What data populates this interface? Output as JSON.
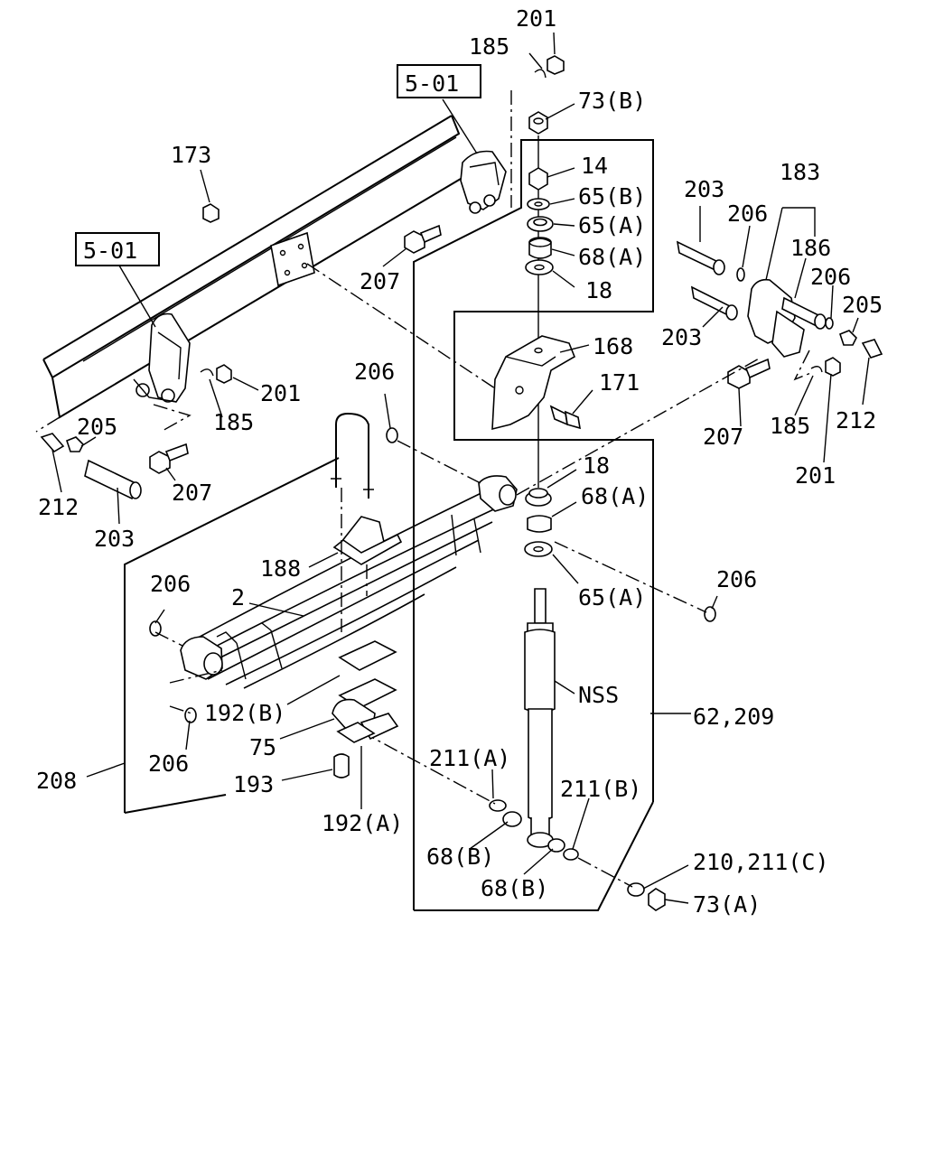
{
  "labels": {
    "l_201_top": "201",
    "l_185_top": "185",
    "ref_5_01_top": "5-01",
    "l_73b": "73(B)",
    "l_14": "14",
    "l_65b": "65(B)",
    "l_65a_top": "65(A)",
    "l_68a_top": "68(A)",
    "l_18_top": "18",
    "l_173": "173",
    "ref_5_01_left": "5-01",
    "l_207_mid": "207",
    "l_168": "168",
    "l_171": "171",
    "l_203_r1": "203",
    "l_183": "183",
    "l_206_r1": "206",
    "l_186": "186",
    "l_206_r2": "206",
    "l_205_r": "205",
    "l_203_r2": "203",
    "l_207_r": "207",
    "l_185_r": "185",
    "l_212_r": "212",
    "l_201_r": "201",
    "l_201_l": "201",
    "l_185_l": "185",
    "l_205_l": "205",
    "l_207_l": "207",
    "l_212_l": "212",
    "l_203_l": "203",
    "l_206_mid": "206",
    "l_18_mid": "18",
    "l_68a_mid": "68(A)",
    "l_65a_mid": "65(A)",
    "l_206_right": "206",
    "l_188": "188",
    "l_206_left": "206",
    "l_2": "2",
    "l_nss": "NSS",
    "l_62_209": "62,209",
    "l_192b": "192(B)",
    "l_206_bl": "206",
    "l_75": "75",
    "l_208": "208",
    "l_193": "193",
    "l_192a": "192(A)",
    "l_211a": "211(A)",
    "l_211b": "211(B)",
    "l_68b_1": "68(B)",
    "l_68b_2": "68(B)",
    "l_210_211c": "210,211(C)",
    "l_73a": "73(A)"
  }
}
